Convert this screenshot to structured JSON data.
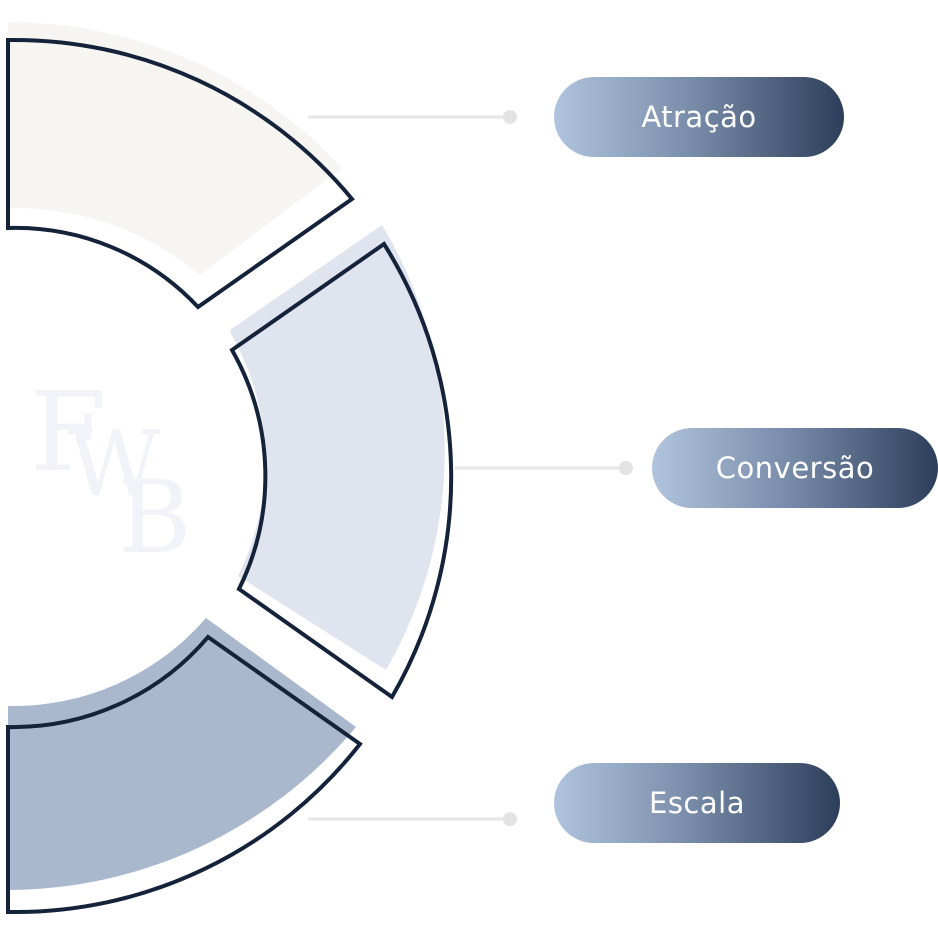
{
  "stages": [
    {
      "label": "Atração"
    },
    {
      "label": "Conversão"
    },
    {
      "label": "Escala"
    }
  ],
  "colors": {
    "segment_top": "#f6f5f1",
    "segment_middle": "#dfe4ee",
    "segment_bottom": "#a9b8cd",
    "outline": "#15233a",
    "connector": "#e6e6e6"
  },
  "watermark": {
    "text": "FWB"
  }
}
